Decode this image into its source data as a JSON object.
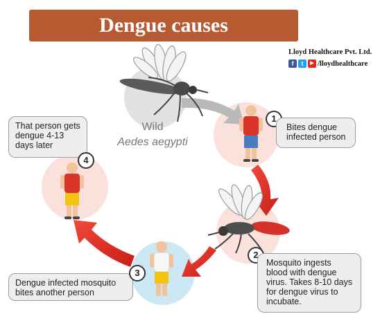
{
  "title": "Dengue causes",
  "brand": {
    "company": "Lloyd Healthcare Pvt. Ltd.",
    "handle": "/lloydhealthcare",
    "icons": [
      "facebook-icon",
      "twitter-icon",
      "youtube-icon"
    ],
    "icon_glyphs": [
      "f",
      "t",
      "▶"
    ]
  },
  "center": {
    "line1": "Wild",
    "line2": "Aedes aegypti"
  },
  "steps": [
    {
      "number": "1",
      "text": "Bites dengue infected person"
    },
    {
      "number": "2",
      "text": "Mosquito ingests blood with dengue virus. Takes 8-10 days for dengue virus to incubate."
    },
    {
      "number": "3",
      "text": "Dengue infected mosquito bites another person"
    },
    {
      "number": "4",
      "text": "That person gets dengue 4-13 days later"
    }
  ],
  "colors": {
    "banner": "#b65a31",
    "arrow_red": "#e62a22",
    "arrow_gray": "#b9b9b9",
    "step_circle_pink": "#fbe1dc",
    "step_circle_blue": "#cde8f5",
    "facebook": "#3b5998",
    "twitter": "#1da1f2",
    "youtube": "#e02a20"
  }
}
